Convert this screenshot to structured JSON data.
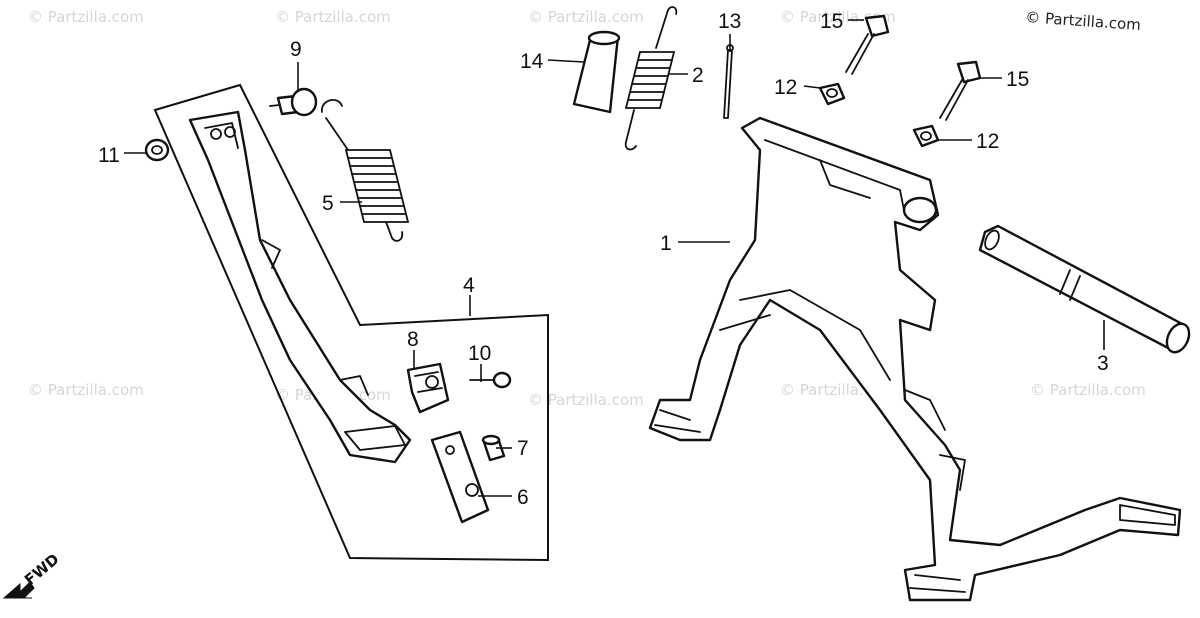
{
  "brand_label": "© Partzilla.com",
  "watermark_text": "© Partzilla.com",
  "fwd_label": "FWD",
  "callouts": {
    "c1": "1",
    "c2": "2",
    "c3": "3",
    "c4": "4",
    "c5": "5",
    "c6": "6",
    "c7": "7",
    "c8": "8",
    "c9": "9",
    "c10": "10",
    "c11": "11",
    "c12a": "12",
    "c12b": "12",
    "c13": "13",
    "c14": "14",
    "c15a": "15",
    "c15b": "15"
  },
  "icons": {
    "fwd_arrow": "fwd-arrow-icon"
  },
  "colors": {
    "line": "#111111",
    "watermark": "#d6d6d6",
    "background": "#ffffff"
  }
}
